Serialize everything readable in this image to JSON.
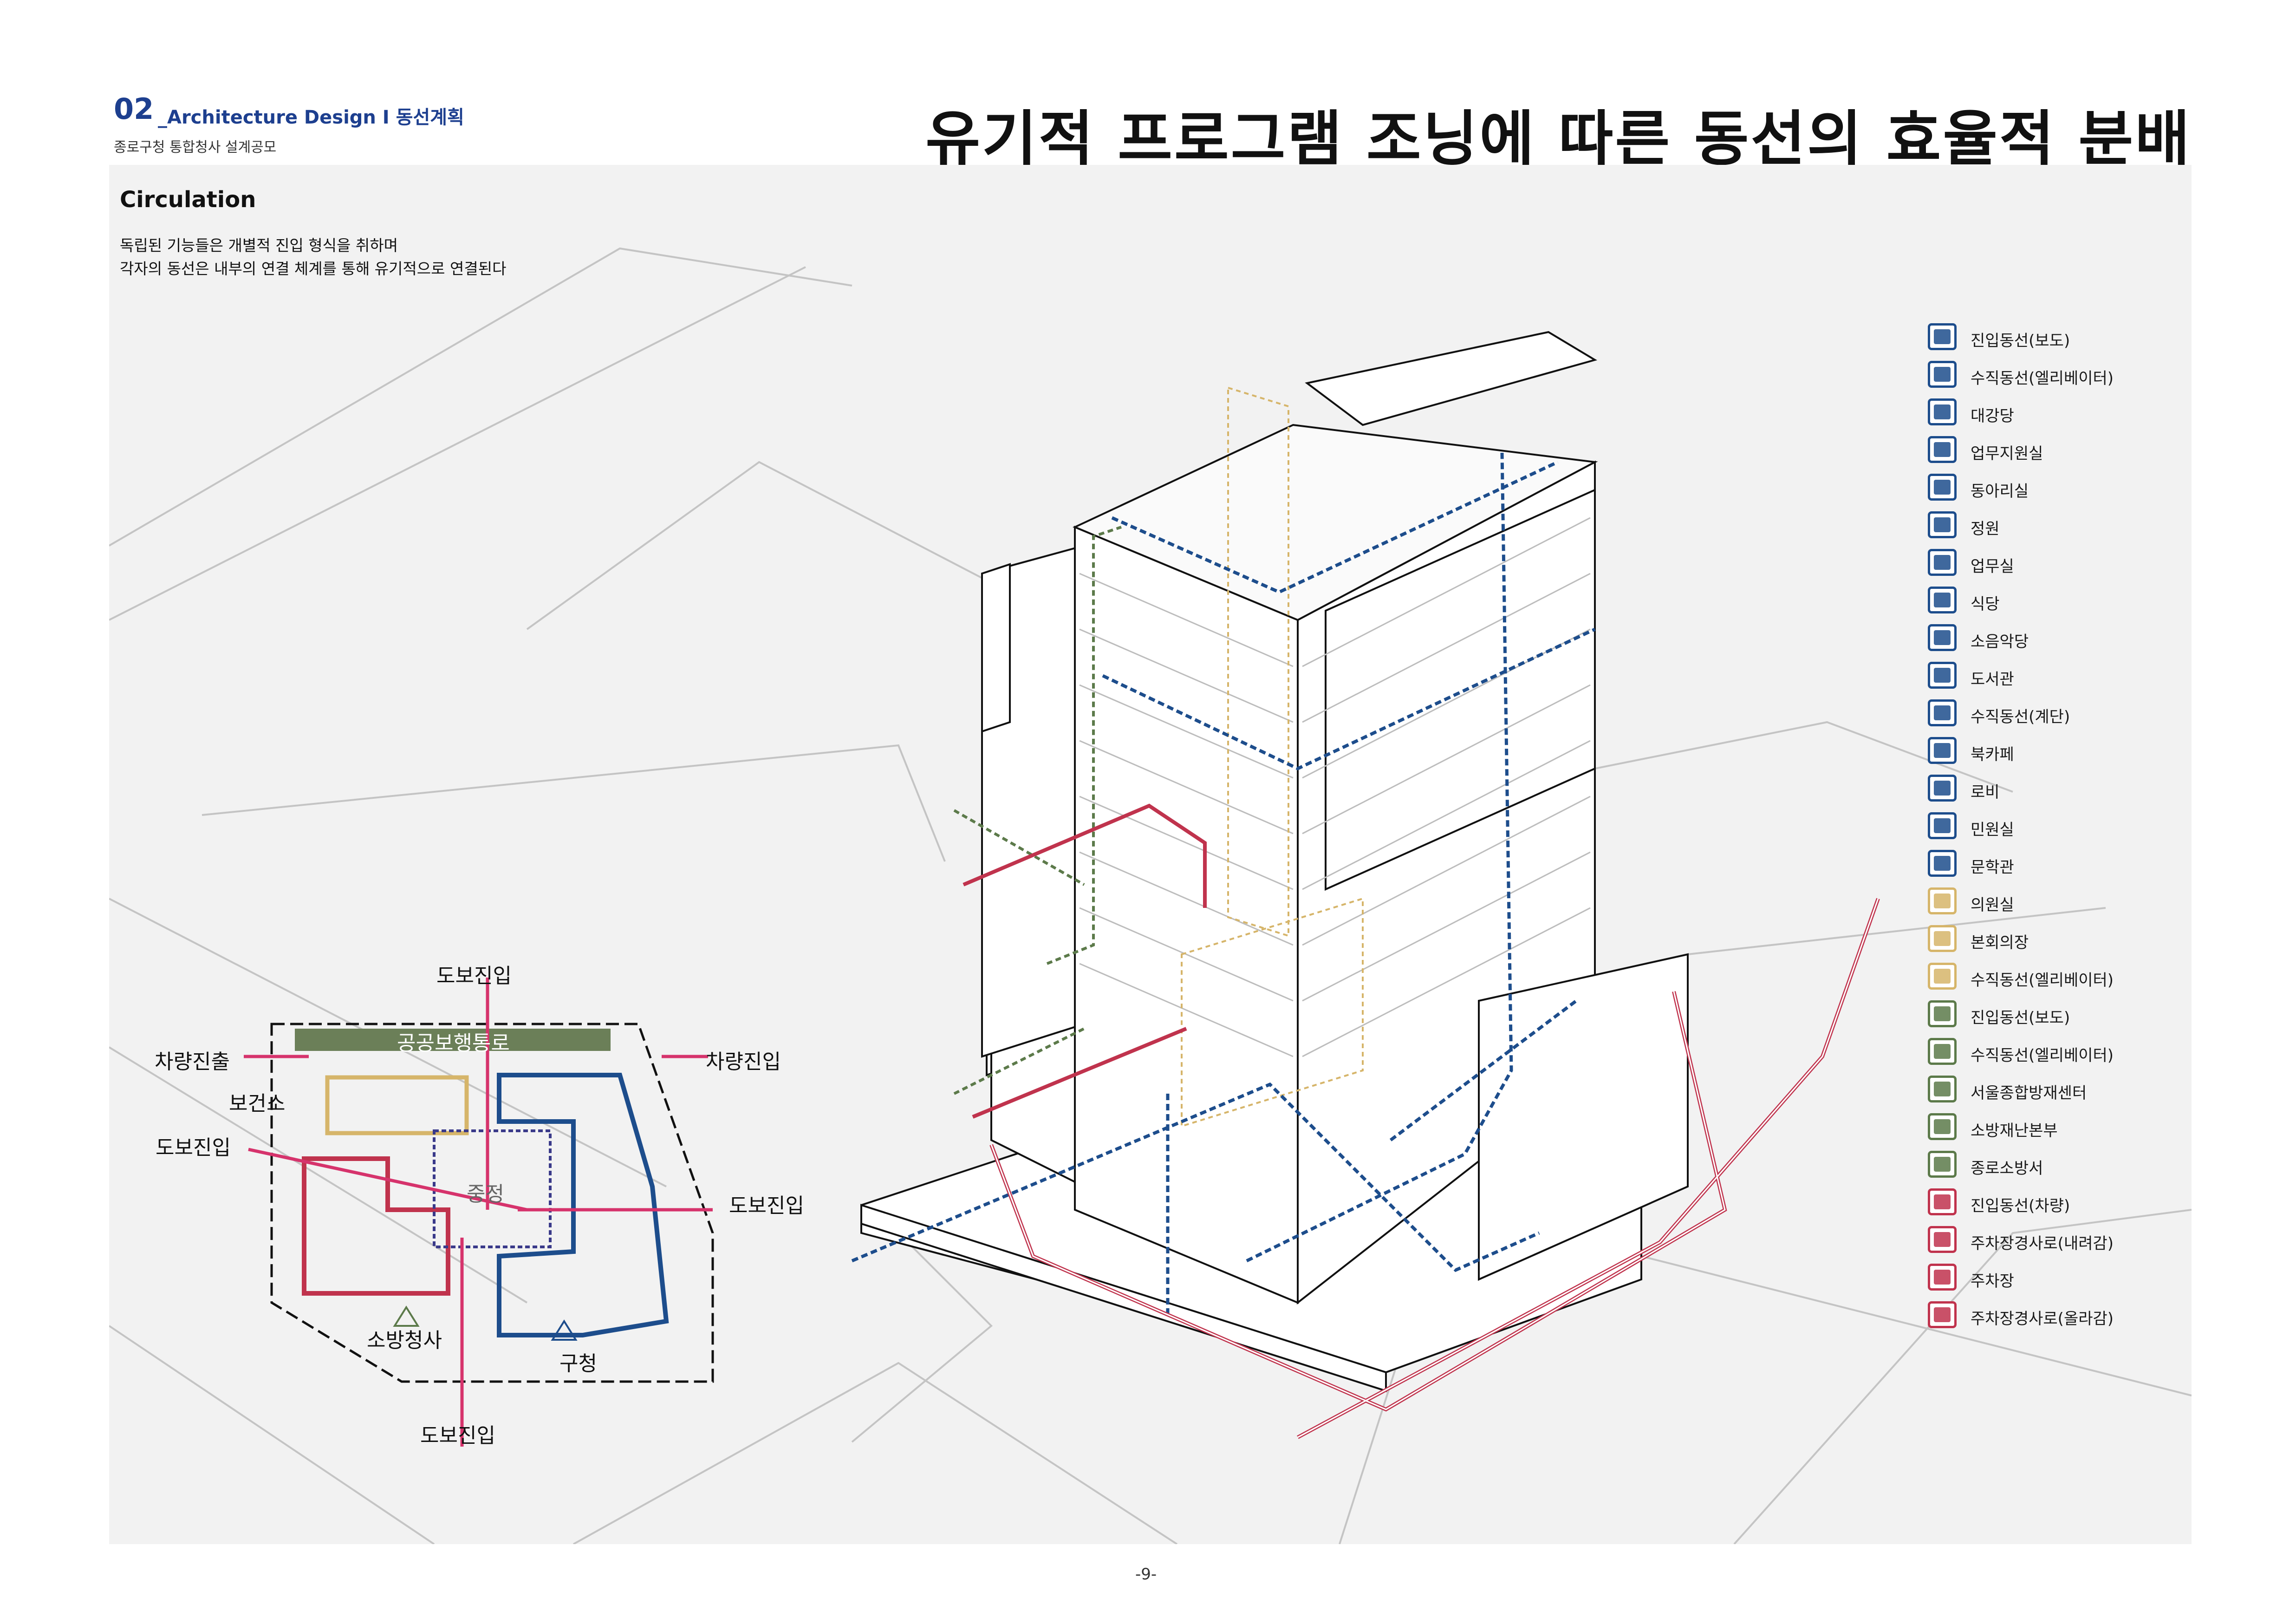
{
  "header": {
    "number": "02",
    "subtitle": "_Architecture Design Ⅰ 동선계획",
    "project": "종로구청 통합청사 설계공모",
    "title": "유기적 프로그램 조닝에 따른 동선의 효율적 분배"
  },
  "section": {
    "heading": "Circulation",
    "description": [
      "독립된 기능들은 개별적 진입 형식을 취하며",
      "각자의 동선은 내부의 연결 체계를 통해 유기적으로 연결된다"
    ]
  },
  "site_plan": {
    "labels": {
      "top_walk": "도보진입",
      "banner": "공공보행통로",
      "car_out": "차량진출",
      "car_in": "차량진입",
      "health": "보건소",
      "walk_left": "도보진입",
      "walk_right": "도보진입",
      "court": "중정",
      "fire": "소방청사",
      "office": "구청",
      "walk_bottom": "도보진입"
    },
    "colors": {
      "blue": "#1d4d8c",
      "red": "#c0334d",
      "yellow": "#d6b56a",
      "green": "#5c7a4a",
      "pink_arrow": "#d6336c"
    }
  },
  "legend": [
    {
      "icon": "walking-person-icon",
      "label": "진입동선(보도)",
      "color": "#1d4d8c"
    },
    {
      "icon": "elevator-icon",
      "label": "수직동선(엘리베이터)",
      "color": "#1d4d8c"
    },
    {
      "icon": "stairs-icon",
      "label": "대강당",
      "color": "#1d4d8c"
    },
    {
      "icon": "presentation-icon",
      "label": "업무지원실",
      "color": "#1d4d8c"
    },
    {
      "icon": "guitar-icon",
      "label": "동아리실",
      "color": "#1d4d8c"
    },
    {
      "icon": "tree-icon",
      "label": "정원",
      "color": "#1d4d8c"
    },
    {
      "icon": "desk-worker-icon",
      "label": "업무실",
      "color": "#1d4d8c"
    },
    {
      "icon": "cutlery-icon",
      "label": "식당",
      "color": "#1d4d8c"
    },
    {
      "icon": "auditorium-icon",
      "label": "소음악당",
      "color": "#1d4d8c"
    },
    {
      "icon": "books-icon",
      "label": "도서관",
      "color": "#1d4d8c"
    },
    {
      "icon": "stair-steps-icon",
      "label": "수직동선(계단)",
      "color": "#1d4d8c"
    },
    {
      "icon": "coffee-cup-icon",
      "label": "북카페",
      "color": "#1d4d8c"
    },
    {
      "icon": "lobby-icon",
      "label": "로비",
      "color": "#1d4d8c"
    },
    {
      "icon": "counter-icon",
      "label": "민원실",
      "color": "#1d4d8c"
    },
    {
      "icon": "gallery-icon",
      "label": "문학관",
      "color": "#1d4d8c"
    },
    {
      "icon": "council-icon",
      "label": "의원실",
      "color": "#d6b56a"
    },
    {
      "icon": "assembly-icon",
      "label": "본회의장",
      "color": "#d6b56a"
    },
    {
      "icon": "elevator-icon",
      "label": "수직동선(엘리베이터)",
      "color": "#d6b56a"
    },
    {
      "icon": "walking-person-icon",
      "label": "진입동선(보도)",
      "color": "#5c7a4a"
    },
    {
      "icon": "elevator-icon",
      "label": "수직동선(엘리베이터)",
      "color": "#5c7a4a"
    },
    {
      "icon": "disaster-center-icon",
      "label": "서울종합방재센터",
      "color": "#5c7a4a"
    },
    {
      "icon": "warning-triangle-icon",
      "label": "소방재난본부",
      "color": "#5c7a4a"
    },
    {
      "icon": "fire-station-icon",
      "label": "종로소방서",
      "color": "#5c7a4a"
    },
    {
      "icon": "car-icon",
      "label": "진입동선(차량)",
      "color": "#c0334d"
    },
    {
      "icon": "ramp-down-icon",
      "label": "주차장경사로(내려감)",
      "color": "#c0334d"
    },
    {
      "icon": "parking-icon",
      "label": "주차장",
      "color": "#c0334d"
    },
    {
      "icon": "ramp-up-icon",
      "label": "주차장경사로(올라감)",
      "color": "#c0334d"
    }
  ],
  "page_number": "-9-"
}
